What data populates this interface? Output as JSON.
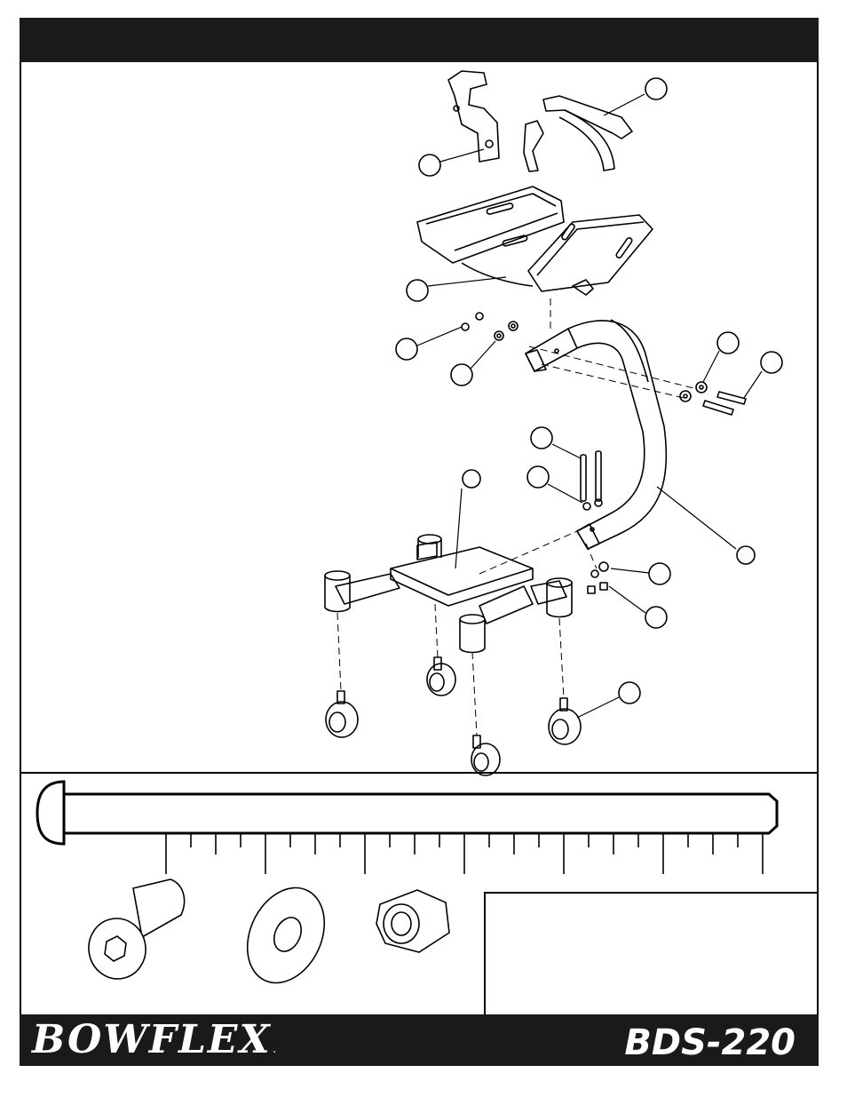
{
  "header": {
    "title": ""
  },
  "footer": {
    "brand": "BOWFLEX",
    "trademark": ".",
    "model": "BDS-220"
  },
  "callouts": [
    {
      "id": "bracket-left",
      "label": ""
    },
    {
      "id": "strap-right",
      "label": ""
    },
    {
      "id": "tray",
      "label": ""
    },
    {
      "id": "nut-left",
      "label": ""
    },
    {
      "id": "washer-left",
      "label": ""
    },
    {
      "id": "washer-right",
      "label": ""
    },
    {
      "id": "bolt-right",
      "label": ""
    },
    {
      "id": "bolt-vertical",
      "label": ""
    },
    {
      "id": "washer-vertical",
      "label": ""
    },
    {
      "id": "base-frame",
      "label": ""
    },
    {
      "id": "upright-tube",
      "label": ""
    },
    {
      "id": "washer-bottom",
      "label": ""
    },
    {
      "id": "nut-bottom",
      "label": ""
    },
    {
      "id": "caster",
      "label": ""
    }
  ],
  "hardware_key": {
    "notes": ""
  },
  "colors": {
    "bar": "#1a1a1a",
    "line": "#000000",
    "background": "#ffffff"
  }
}
